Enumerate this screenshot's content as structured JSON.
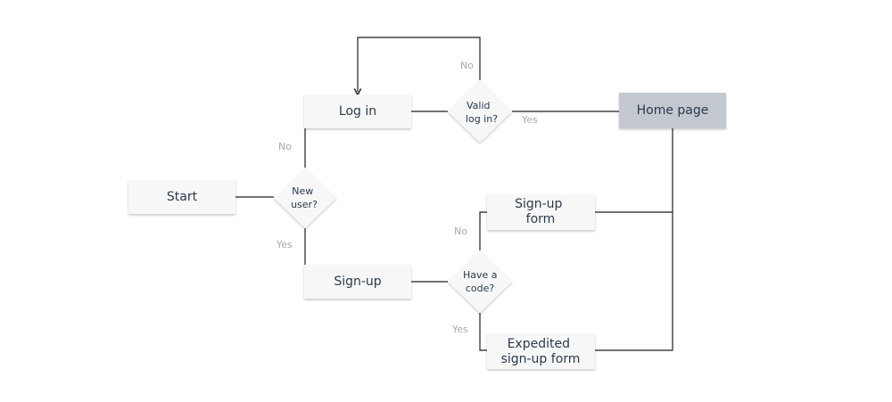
{
  "nodes": {
    "start": "Start",
    "log_in": "Log in",
    "home_page": "Home page",
    "sign_up": "Sign-up",
    "sign_up_form": [
      "Sign-up",
      "form"
    ],
    "expedited_form": [
      "Expedited",
      "sign-up form"
    ]
  },
  "decisions": {
    "new_user": [
      "New",
      "user?"
    ],
    "valid_login": [
      "Valid",
      "log in?"
    ],
    "have_code": [
      "Have a",
      "code?"
    ]
  },
  "edge_labels": {
    "new_user_no": "No",
    "new_user_yes": "Yes",
    "valid_no": "No",
    "valid_yes": "Yes",
    "code_no": "No",
    "code_yes": "Yes"
  },
  "colors": {
    "box_fill": "#f7f7f7",
    "home_fill": "#c3c9ce",
    "text": "#2b3a4d",
    "edge_label": "#a8a8a8",
    "line": "#1f1f1f"
  }
}
